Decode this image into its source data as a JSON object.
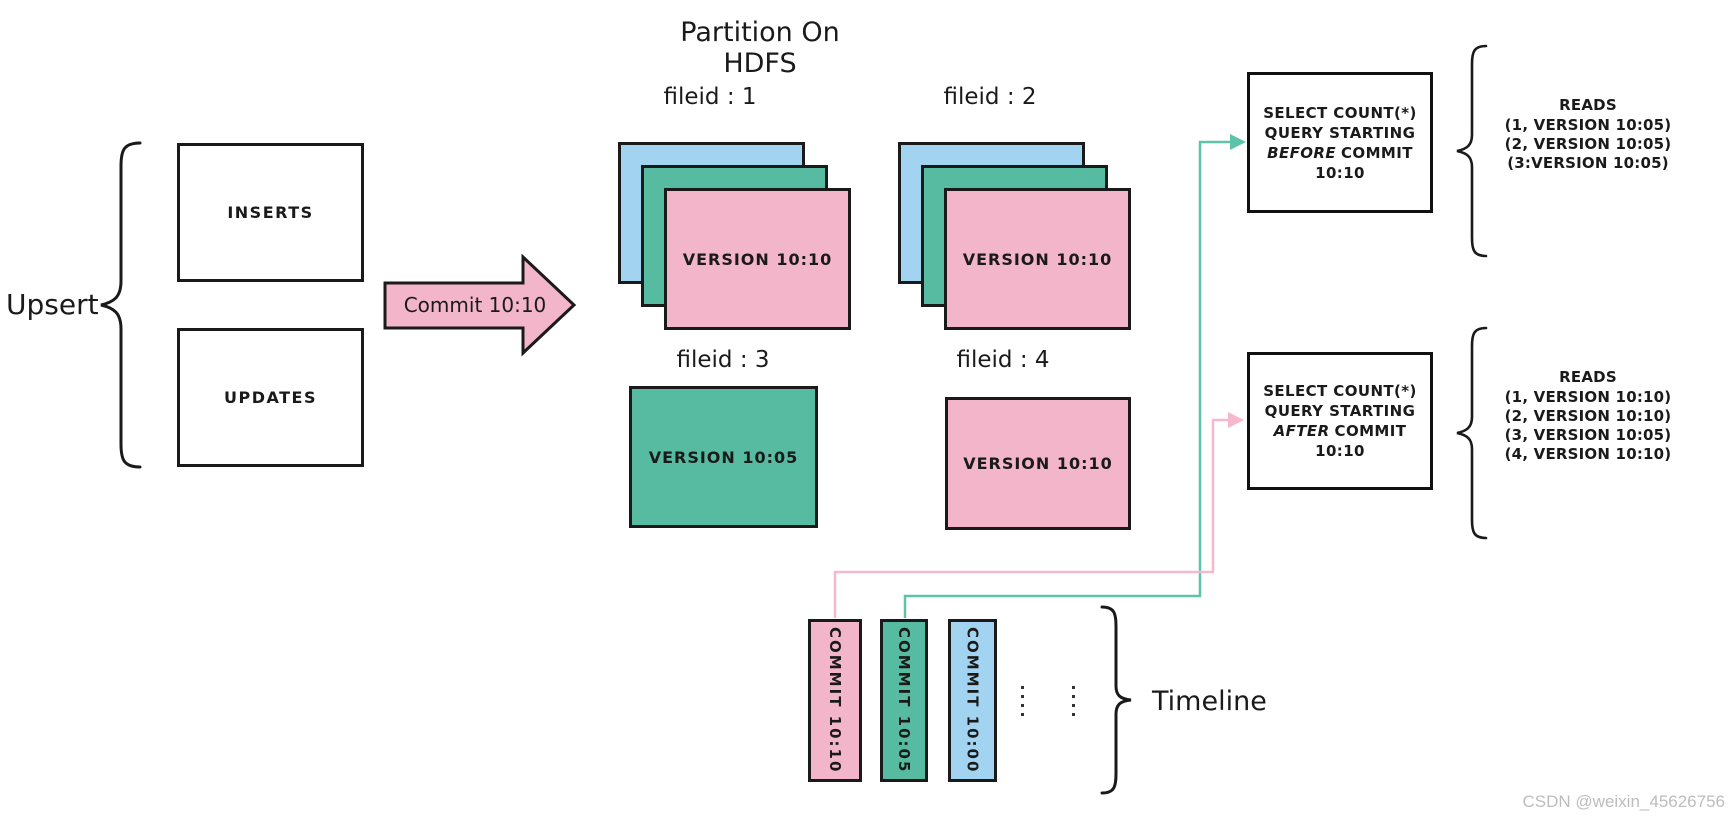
{
  "title": "Partition On HDFS",
  "upsert": {
    "label": "Upsert",
    "inserts_label": "INSERTS",
    "updates_label": "UPDATES"
  },
  "commit_arrow_label": "Commit 10:10",
  "partition": {
    "files": [
      {
        "id": "fileid : 1",
        "version": "VERSION 10:10"
      },
      {
        "id": "fileid : 2",
        "version": "VERSION 10:10"
      },
      {
        "id": "fileid : 3",
        "version": "VERSION 10:05"
      },
      {
        "id": "fileid : 4",
        "version": "VERSION 10:10"
      }
    ]
  },
  "queries": {
    "before": {
      "line1": "SELECT COUNT(*)",
      "line2": "QUERY STARTING",
      "emphasis": "BEFORE",
      "line3_rest": "COMMIT",
      "line4": "10:10",
      "reads_title": "READS",
      "reads": [
        "(1, VERSION 10:05)",
        "(2, VERSION 10:05)",
        "(3:VERSION 10:05)"
      ]
    },
    "after": {
      "line1": "SELECT COUNT(*)",
      "line2": "QUERY STARTING",
      "emphasis": "AFTER",
      "line3_rest": "COMMIT",
      "line4": "10:10",
      "reads_title": "READS",
      "reads": [
        "(1, VERSION 10:10)",
        "(2, VERSION 10:10)",
        "(3, VERSION 10:05)",
        "(4, VERSION 10:10)"
      ]
    }
  },
  "timeline": {
    "label": "Timeline",
    "commits": [
      {
        "label": "COMMIT 10:10",
        "color": "#f3b5c9"
      },
      {
        "label": "COMMIT 10:05",
        "color": "#56bba0"
      },
      {
        "label": "COMMIT 10:00",
        "color": "#a2d4f1"
      }
    ]
  },
  "watermark": "CSDN @weixin_45626756",
  "colors": {
    "pink": "#f3b5c9",
    "green": "#56bba0",
    "blue": "#a2d4f1",
    "teal_connector": "#5ec3a9",
    "pink_connector": "#f6b9cc",
    "outline": "#1a1a1a",
    "watermark": "#bdbdbd"
  }
}
